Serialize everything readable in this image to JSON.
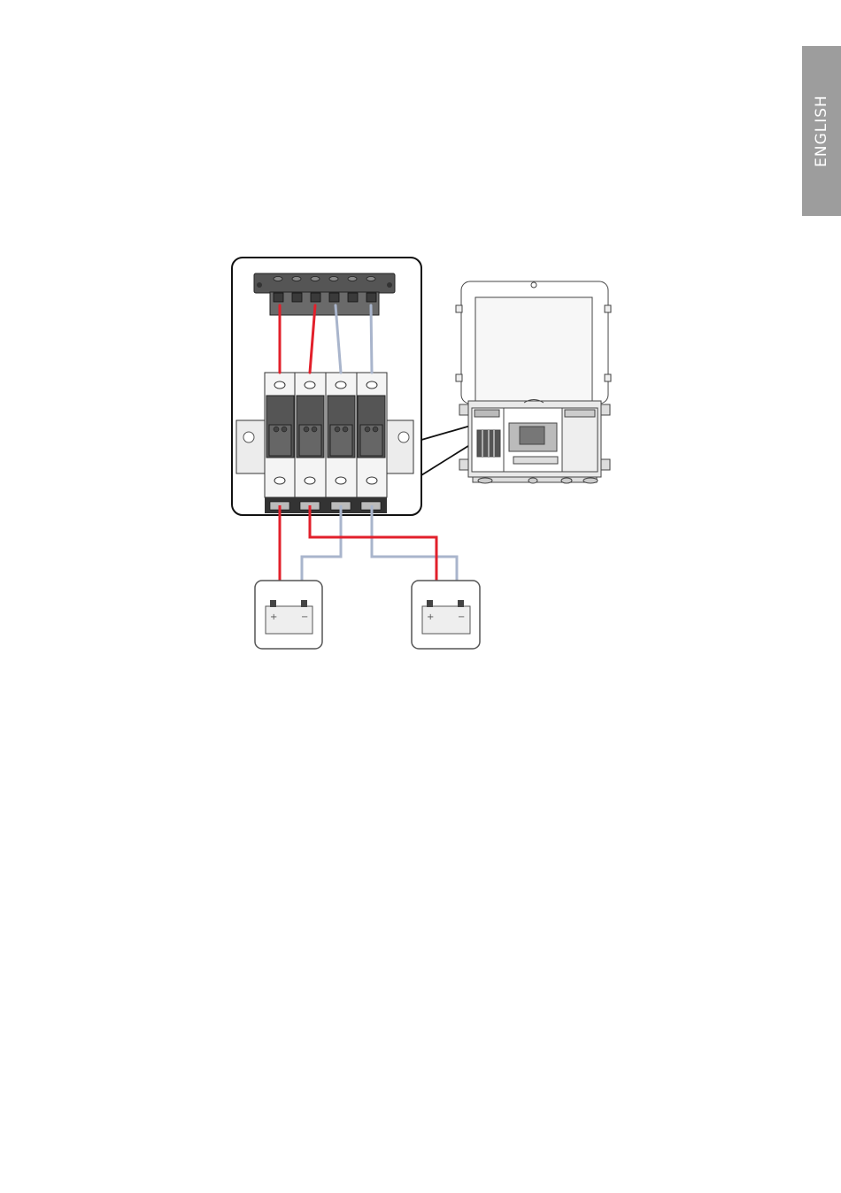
{
  "side_tab": {
    "label": "ENGLISH"
  },
  "batteries": [
    {
      "plus_symbol": "+",
      "minus_symbol": "−"
    },
    {
      "plus_symbol": "+",
      "minus_symbol": "−"
    }
  ],
  "colors": {
    "side_tab": "#9d9d9d",
    "positive_wire": "#e2202b",
    "negative_wire": "#a9b5cc",
    "fuse_dark": "#555555",
    "fuse_light": "#dcdcdc"
  },
  "icons": [
    "battery-icon",
    "inverter-illustration",
    "terminal-block",
    "fuse-holder"
  ]
}
